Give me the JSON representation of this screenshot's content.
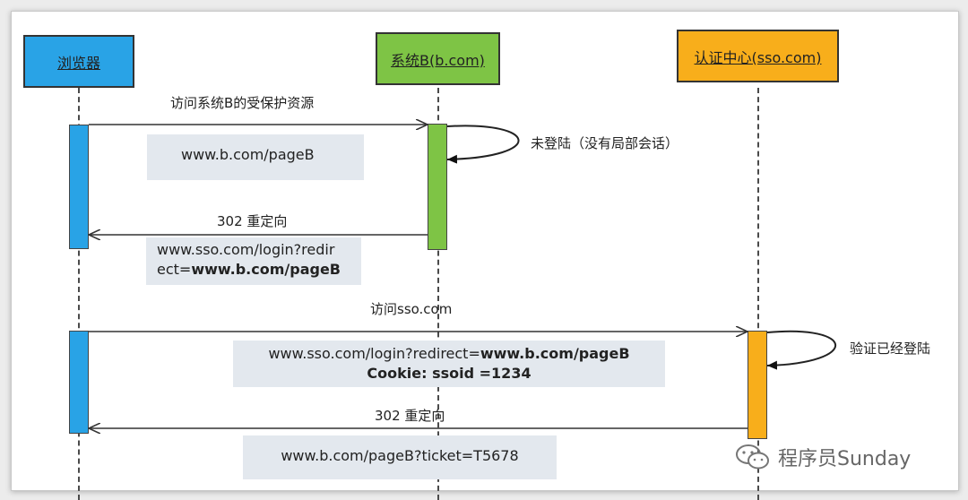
{
  "actors": {
    "browser": "浏览器",
    "system_b": "系统B(b.com)",
    "sso": "认证中心(sso.com)"
  },
  "messages": {
    "m1_label": "访问系统B的受保护资源",
    "m1_note": "www.b.com/pageB",
    "self1_label": "未登陆（没有局部会话）",
    "m2_label": "302 重定向",
    "m2_note_line1": "www.sso.com/login?redir",
    "m2_note_line2_prefix": "ect=",
    "m2_note_line2_bold": "www.b.com/pageB",
    "m3_label": "访问sso.com",
    "m3_note_line1_prefix": "www.sso.com/login?redirect=",
    "m3_note_line1_bold": "www.b.com/pageB",
    "m3_note_line2": "Cookie: ssoid =1234",
    "self2_label": "验证已经登陆",
    "m4_label": "302 重定向",
    "m4_note": "www.b.com/pageB?ticket=T5678"
  },
  "watermark": "程序员Sunday",
  "colors": {
    "browser": "#29a3e6",
    "system_b": "#7ec445",
    "sso": "#f8ae1b",
    "note_bg": "#e3e8ee"
  }
}
